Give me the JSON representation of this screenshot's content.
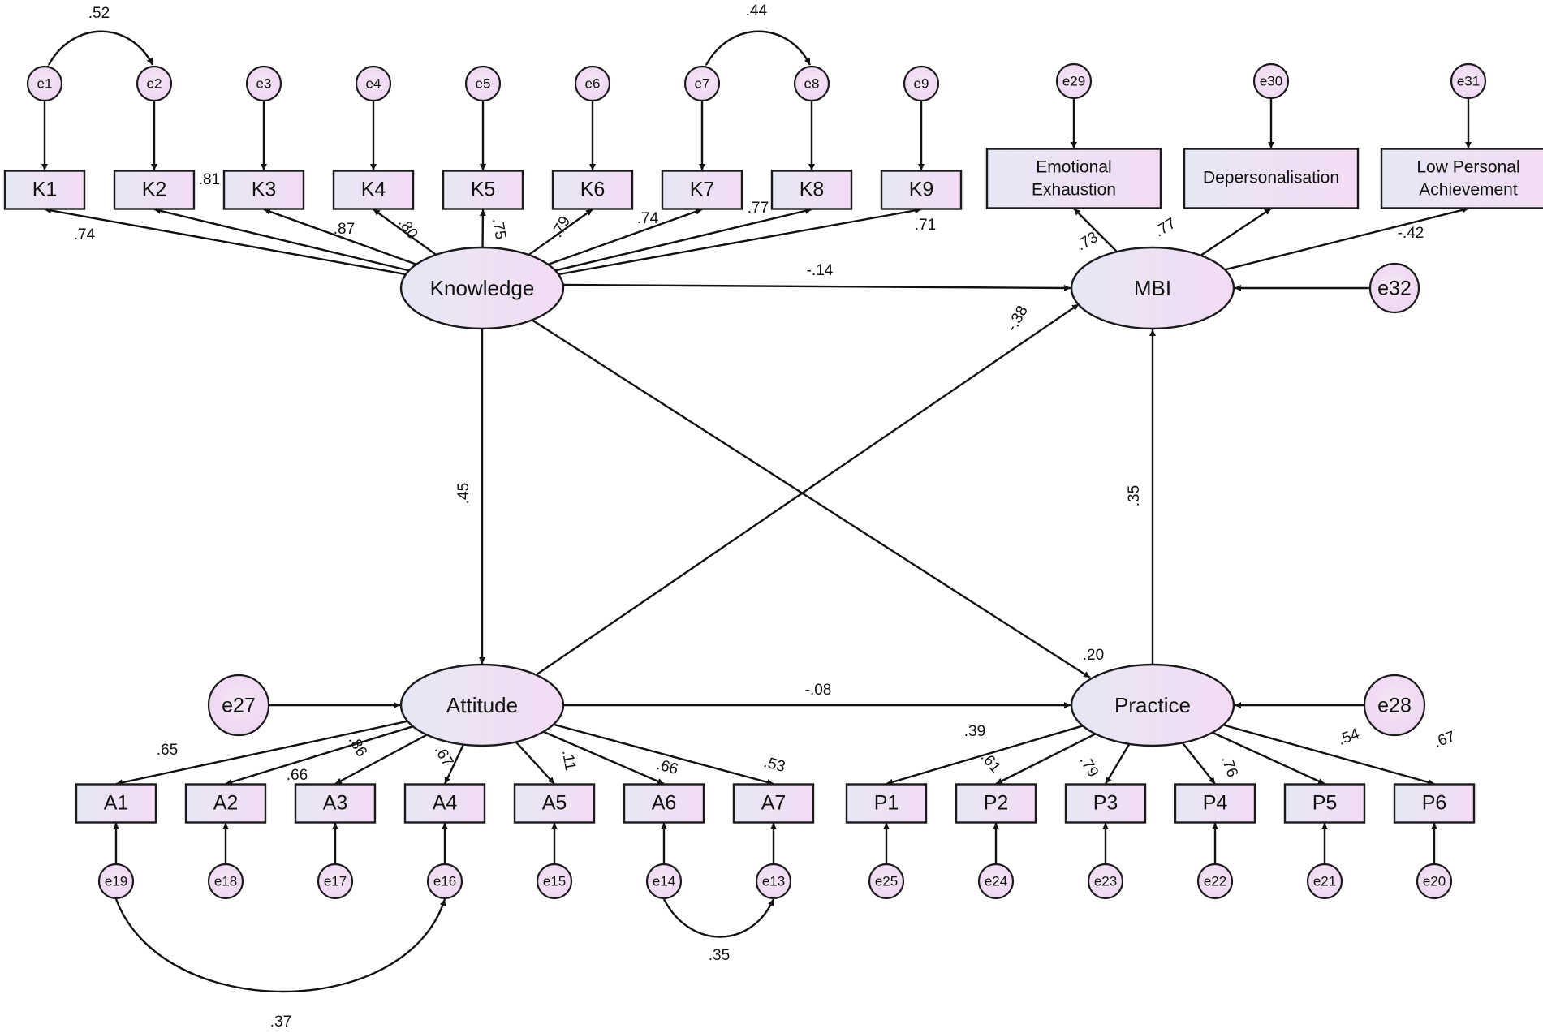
{
  "colors": {
    "fill_light": "#e9e8f5",
    "fill_pink": "#f1dcf3",
    "line": "#111111"
  },
  "latents": {
    "knowledge": "Knowledge",
    "attitude": "Attitude",
    "practice": "Practice",
    "mbi": "MBI"
  },
  "observed": {
    "k": [
      "K1",
      "K2",
      "K3",
      "K4",
      "K5",
      "K6",
      "K7",
      "K8",
      "K9"
    ],
    "a": [
      "A1",
      "A2",
      "A3",
      "A4",
      "A5",
      "A6",
      "A7"
    ],
    "p": [
      "P1",
      "P2",
      "P3",
      "P4",
      "P5",
      "P6"
    ],
    "mbi_1": [
      "Emotional",
      "Exhaustion"
    ],
    "mbi_2": [
      "Depersonalisation"
    ],
    "mbi_3": [
      "Low Personal",
      "Achievement"
    ]
  },
  "errors": {
    "k": [
      "e1",
      "e2",
      "e3",
      "e4",
      "e5",
      "e6",
      "e7",
      "e8",
      "e9"
    ],
    "a": [
      "e19",
      "e18",
      "e17",
      "e16",
      "e15",
      "e14",
      "e13"
    ],
    "p": [
      "e25",
      "e24",
      "e23",
      "e22",
      "e21",
      "e20"
    ],
    "mbi": [
      "e29",
      "e30",
      "e31"
    ],
    "e27": "e27",
    "e28": "e28",
    "e32": "e32"
  },
  "loadings": {
    "k": [
      ".74",
      ".81",
      ".87",
      ".80",
      ".75",
      ".79",
      ".74",
      ".77",
      ".71"
    ],
    "a": [
      ".65",
      ".66",
      ".86",
      ".67",
      ".11",
      ".66",
      ".53"
    ],
    "p": [
      ".39",
      ".61",
      ".79",
      ".76",
      ".54",
      ".67"
    ],
    "mbi": [
      ".73",
      ".77",
      "-.42"
    ]
  },
  "paths": {
    "knowledge_mbi": "-.14",
    "attitude_mbi": "-.38",
    "knowledge_attitude": ".45",
    "practice_mbi": ".35",
    "knowledge_practice": ".20",
    "attitude_practice": "-.08"
  },
  "covariances": {
    "e1_e2": ".52",
    "e7_e8": ".44",
    "e19_e16": ".37",
    "e14_e13": ".35"
  }
}
